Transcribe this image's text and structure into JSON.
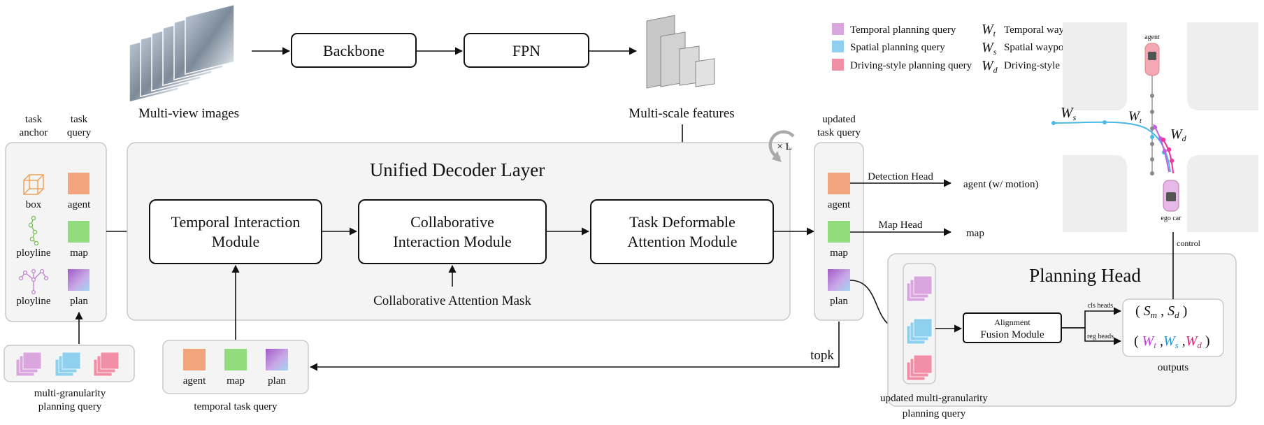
{
  "top": {
    "images_label": "Multi-view images",
    "backbone": "Backbone",
    "fpn": "FPN",
    "features_label": "Multi-scale features"
  },
  "left": {
    "anchor_header_1": "task",
    "anchor_header_2": "anchor",
    "query_header_1": "task",
    "query_header_2": "query",
    "rows": [
      {
        "anchor": "box",
        "query": "agent"
      },
      {
        "anchor": "ployline",
        "query": "map"
      },
      {
        "anchor": "ployline",
        "query": "plan"
      }
    ],
    "mg_label_1": "multi-granularity",
    "mg_label_2": "planning query"
  },
  "decoder": {
    "title": "Unified Decoder Layer",
    "repeat": "× L",
    "tim_1": "Temporal Interaction",
    "tim_2": "Module",
    "cim_1": "Collaborative",
    "cim_2": "Interaction Module",
    "tdam_1": "Task Deformable",
    "tdam_2": "Attention Module",
    "mask": "Collaborative Attention Mask"
  },
  "temporal": {
    "items": [
      "agent",
      "map",
      "plan"
    ],
    "label": "temporal task query",
    "topk": "topk"
  },
  "updated": {
    "header_1": "updated",
    "header_2": "task  query",
    "items": [
      "agent",
      "map",
      "plan"
    ],
    "detection_head": "Detection Head",
    "map_head": "Map Head",
    "agent_out": "agent   (w/ motion)",
    "map_out": "map"
  },
  "planning": {
    "title": "Planning Head",
    "afm_1": "Alignment",
    "afm_2": "Fusion Module",
    "cls_heads": "cls heads",
    "reg_heads": "reg heads",
    "outputs": "outputs",
    "umg_1": "updated multi-granularity",
    "umg_2": "planning query",
    "control": "control"
  },
  "legend": [
    {
      "label": "Temporal planning query",
      "color": "#d9a6de"
    },
    {
      "label": "Spatial planning query",
      "color": "#8fd0ee"
    },
    {
      "label": "Driving-style planning query",
      "color": "#f08fa5"
    }
  ],
  "legend_w": [
    {
      "sub": "t",
      "label": "Temporal waypoints",
      "color": "#c03ad8"
    },
    {
      "sub": "s",
      "label": "Spatial waypoints",
      "color": "#1f9ad8"
    },
    {
      "sub": "d",
      "label": "Driving-style waypoints",
      "color": "#e0207a"
    }
  ],
  "scene": {
    "agent": "agent",
    "ego": "ego car",
    "ws": "s",
    "wt": "t",
    "wd": "d"
  },
  "colors": {
    "agent": "#f2a57c",
    "map": "#93dc7d",
    "temporal": "#d9a6de",
    "spatial": "#8fd0ee",
    "style": "#f08fa5",
    "orange_icon": "#f0a050",
    "green_icon": "#80c060",
    "purple_icon": "#c080d0"
  }
}
